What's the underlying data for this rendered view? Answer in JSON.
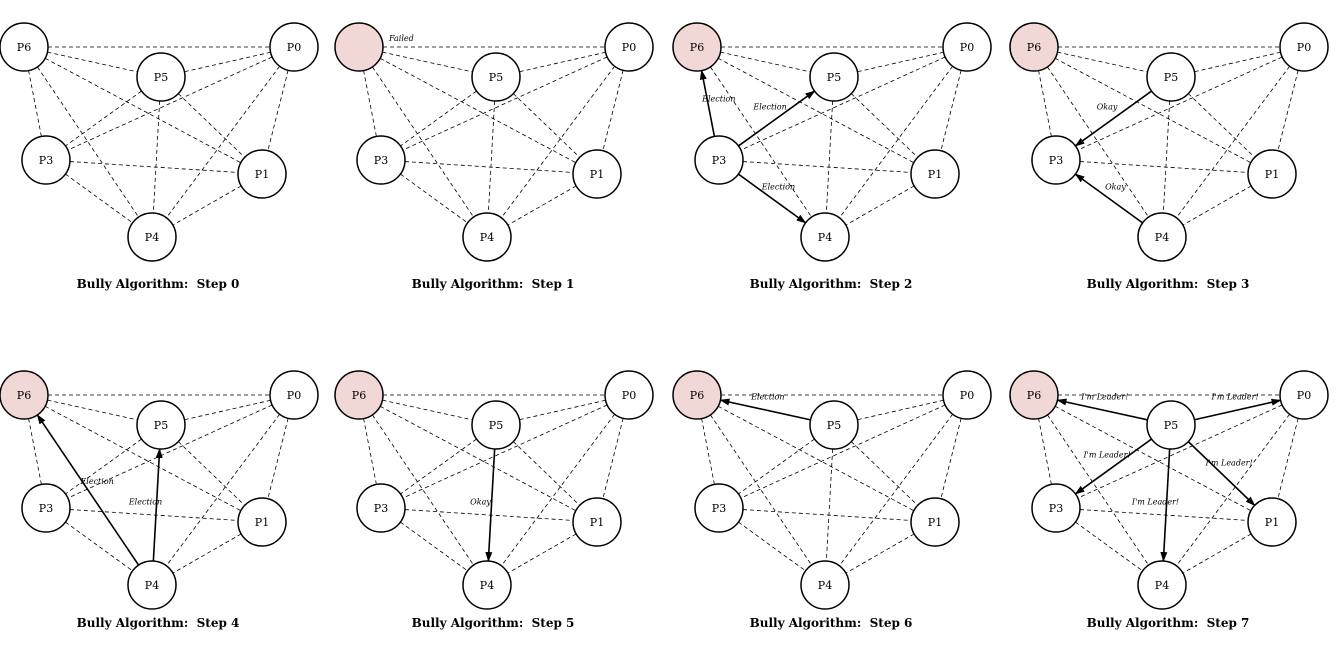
{
  "colors": {
    "failed_fill": "#f2d7d7",
    "node_fill": "#ffffff",
    "stroke": "#000000"
  },
  "nodes": [
    "P6",
    "P0",
    "P5",
    "P3",
    "P1",
    "P4"
  ],
  "panels": [
    {
      "caption": "Bully Algorithm:  Step 0",
      "failed": [],
      "hidden_labels": [],
      "arrows": []
    },
    {
      "caption": "Bully Algorithm:  Step 1",
      "failed": [
        "P6"
      ],
      "hidden_labels": [
        "P6"
      ],
      "arrows": [],
      "notes": [
        {
          "near": "P6",
          "label": "Failed"
        }
      ]
    },
    {
      "caption": "Bully Algorithm:  Step 2",
      "failed": [
        "P6"
      ],
      "hidden_labels": [],
      "arrows": [
        {
          "from": "P3",
          "to": "P6",
          "label": "Election"
        },
        {
          "from": "P3",
          "to": "P5",
          "label": "Election"
        },
        {
          "from": "P3",
          "to": "P4",
          "label": "Election"
        }
      ]
    },
    {
      "caption": "Bully Algorithm:  Step 3",
      "failed": [
        "P6"
      ],
      "hidden_labels": [],
      "arrows": [
        {
          "from": "P5",
          "to": "P3",
          "label": "Okay"
        },
        {
          "from": "P4",
          "to": "P3",
          "label": "Okay"
        }
      ]
    },
    {
      "caption": "Bully Algorithm:  Step 4",
      "failed": [
        "P6"
      ],
      "hidden_labels": [],
      "arrows": [
        {
          "from": "P4",
          "to": "P6",
          "label": "Election"
        },
        {
          "from": "P4",
          "to": "P5",
          "label": "Election"
        }
      ]
    },
    {
      "caption": "Bully Algorithm:  Step 5",
      "failed": [
        "P6"
      ],
      "hidden_labels": [],
      "arrows": [
        {
          "from": "P5",
          "to": "P4",
          "label": "Okay"
        }
      ]
    },
    {
      "caption": "Bully Algorithm:  Step 6",
      "failed": [
        "P6"
      ],
      "hidden_labels": [],
      "arrows": [
        {
          "from": "P5",
          "to": "P6",
          "label": "Election"
        }
      ]
    },
    {
      "caption": "Bully Algorithm:  Step 7",
      "failed": [
        "P6"
      ],
      "hidden_labels": [],
      "arrows": [
        {
          "from": "P5",
          "to": "P6",
          "label": "I'm Leader!"
        },
        {
          "from": "P5",
          "to": "P0",
          "label": "I'm Leader!"
        },
        {
          "from": "P5",
          "to": "P3",
          "label": "I'm Leader!"
        },
        {
          "from": "P5",
          "to": "P1",
          "label": "I'm Leader!"
        },
        {
          "from": "P5",
          "to": "P4",
          "label": "I'm Leader!"
        }
      ]
    }
  ]
}
